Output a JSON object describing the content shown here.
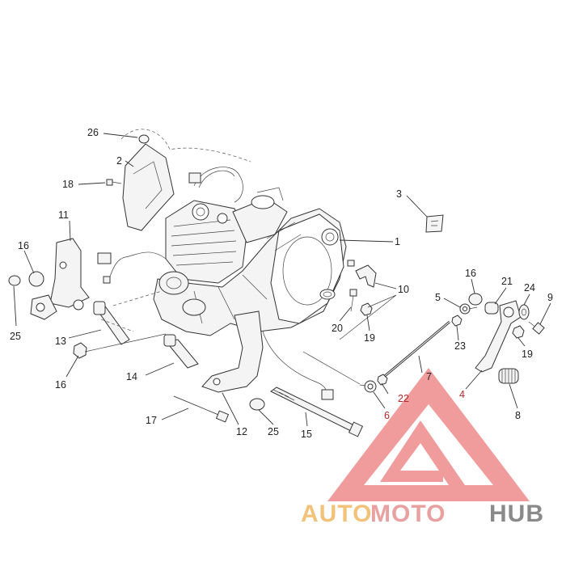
{
  "callouts": [
    {
      "id": "c1",
      "label": "1"
    },
    {
      "id": "c2",
      "label": "2"
    },
    {
      "id": "c3",
      "label": "3"
    },
    {
      "id": "c4",
      "label": "4"
    },
    {
      "id": "c5",
      "label": "5"
    },
    {
      "id": "c6",
      "label": "6"
    },
    {
      "id": "c7",
      "label": "7"
    },
    {
      "id": "c8",
      "label": "8"
    },
    {
      "id": "c9",
      "label": "9"
    },
    {
      "id": "c10",
      "label": "10"
    },
    {
      "id": "c11",
      "label": "11"
    },
    {
      "id": "c12",
      "label": "12"
    },
    {
      "id": "c13",
      "label": "13"
    },
    {
      "id": "c14",
      "label": "14"
    },
    {
      "id": "c15",
      "label": "15"
    },
    {
      "id": "c16a",
      "label": "16"
    },
    {
      "id": "c16b",
      "label": "16"
    },
    {
      "id": "c16c",
      "label": "16"
    },
    {
      "id": "c17",
      "label": "17"
    },
    {
      "id": "c18",
      "label": "18"
    },
    {
      "id": "c19a",
      "label": "19"
    },
    {
      "id": "c19b",
      "label": "19"
    },
    {
      "id": "c20",
      "label": "20"
    },
    {
      "id": "c21",
      "label": "21"
    },
    {
      "id": "c22",
      "label": "22"
    },
    {
      "id": "c23",
      "label": "23"
    },
    {
      "id": "c24",
      "label": "24"
    },
    {
      "id": "c25a",
      "label": "25"
    },
    {
      "id": "c25b",
      "label": "25"
    },
    {
      "id": "c26",
      "label": "26"
    }
  ],
  "watermark": {
    "part1": "AUTO",
    "part2": "MOTO",
    "part3": "HUB",
    "color_auto": "#f2c27a",
    "color_moto": "#e8a0a0",
    "color_hub": "#8a8a8a",
    "logo_color": "#e88a8a"
  }
}
